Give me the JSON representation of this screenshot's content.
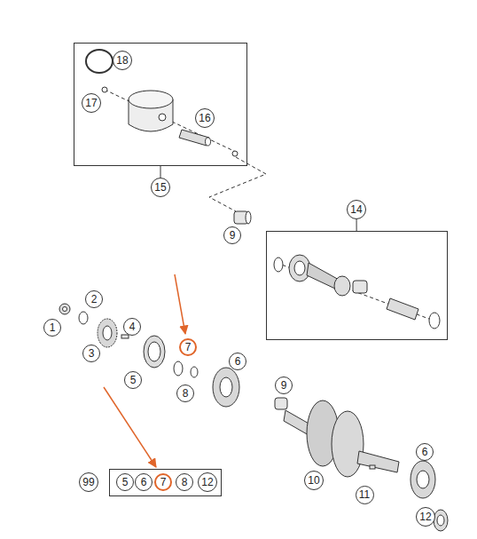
{
  "diagram": {
    "nodes": [
      {
        "text": []
      },
      {
        "text": [
          "18"
        ],
        "in": 0
      },
      {
        "text": [
          "17"
        ],
        "in": 0
      },
      {
        "text": [
          "16"
        ],
        "in": 0
      },
      {
        "text": [
          "15"
        ]
      },
      {
        "text": []
      },
      {
        "text": [
          "14"
        ]
      },
      {
        "text": [
          "9"
        ]
      },
      {
        "text": [
          "2"
        ]
      },
      {
        "text": [
          "1"
        ]
      },
      {
        "text": [
          "4"
        ]
      },
      {
        "text": [
          "3"
        ]
      },
      {
        "text": [
          "7"
        ]
      },
      {
        "text": [
          "5"
        ]
      },
      {
        "text": [
          "6"
        ]
      },
      {
        "text": [
          "8"
        ]
      },
      {
        "text": [
          "9"
        ]
      },
      {
        "text": [
          "99"
        ]
      },
      {
        "text": []
      },
      {
        "text": [
          "5"
        ],
        "in": 18
      },
      {
        "text": [
          "6"
        ],
        "in": 18
      },
      {
        "text": [
          "7"
        ],
        "in": 18
      },
      {
        "text": [
          "8"
        ],
        "in": 18
      },
      {
        "text": [
          "12"
        ],
        "in": 18
      },
      {
        "text": [
          "6"
        ]
      },
      {
        "text": [
          "10"
        ]
      },
      {
        "text": [
          "11"
        ]
      },
      {
        "text": [
          "12"
        ]
      }
    ],
    "edges": [
      {
        "from": 0,
        "to": 4,
        "arrow": "none"
      },
      {
        "from": 6,
        "to": 5,
        "arrow": "none"
      }
    ]
  }
}
